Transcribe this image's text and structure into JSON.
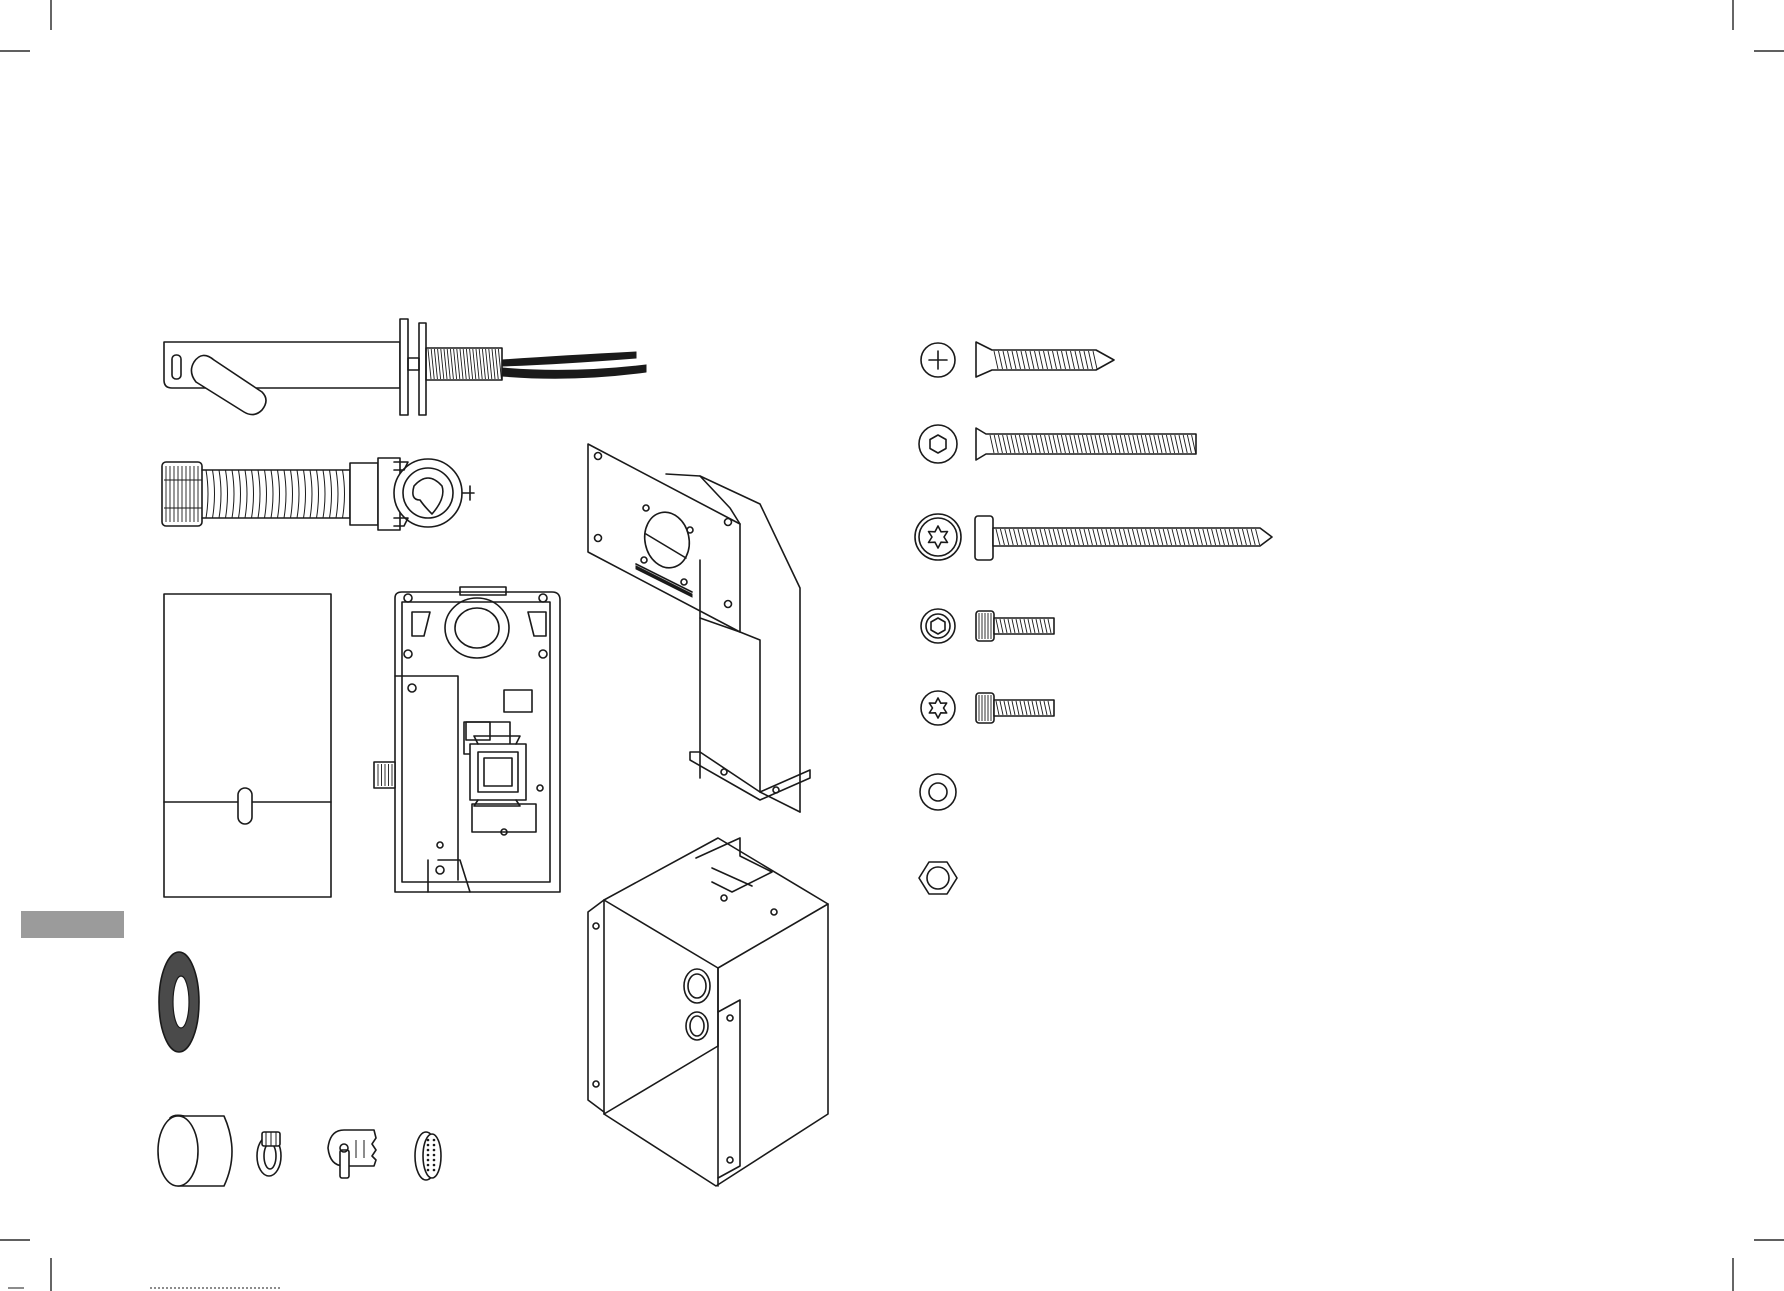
{
  "page": {
    "description_free": true,
    "side_tab_color": "#9b9b9b",
    "line_color": "#1a1a1a"
  },
  "parts": [
    {
      "id": "faucet-spout"
    },
    {
      "id": "corrugated-hose-with-valve"
    },
    {
      "id": "drilling-template-panel"
    },
    {
      "id": "control-box-open"
    },
    {
      "id": "mounting-bracket"
    },
    {
      "id": "sealing-gasket"
    },
    {
      "id": "cylindrical-cap"
    },
    {
      "id": "hose-clamp"
    },
    {
      "id": "service-key"
    },
    {
      "id": "aerator"
    },
    {
      "id": "installation-box"
    }
  ],
  "fasteners": [
    {
      "id": "countersunk-screw-phillips",
      "head_icon": "phillips-head-icon"
    },
    {
      "id": "countersunk-screw-hex",
      "head_icon": "hex-socket-head-icon"
    },
    {
      "id": "wood-screw-torx",
      "head_icon": "torx-head-icon"
    },
    {
      "id": "short-bolt-hex",
      "head_icon": "hex-socket-head-icon"
    },
    {
      "id": "short-bolt-torx",
      "head_icon": "torx-head-icon"
    },
    {
      "id": "washer",
      "head_icon": "washer-icon"
    },
    {
      "id": "hex-nut",
      "head_icon": "hex-nut-icon"
    }
  ]
}
